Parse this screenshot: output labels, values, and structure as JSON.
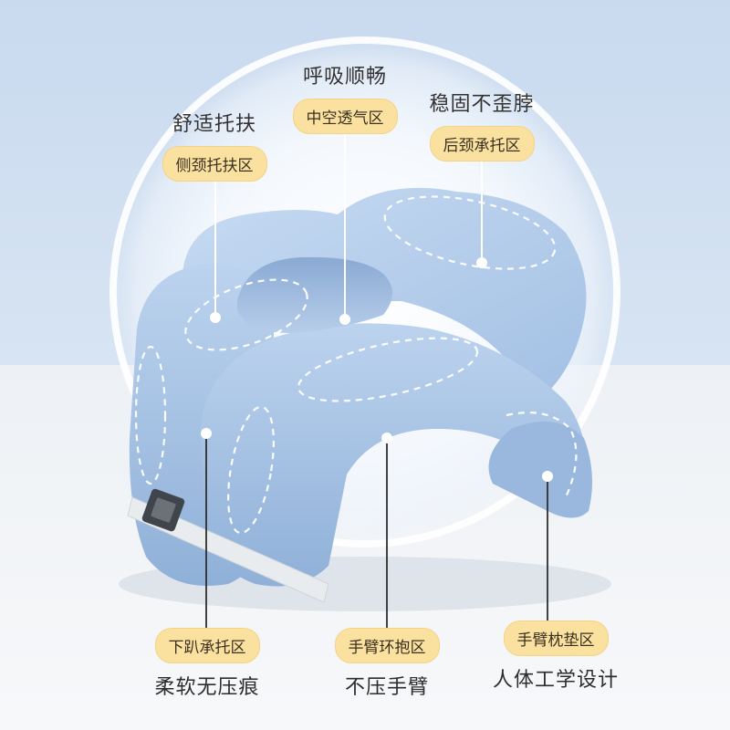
{
  "callouts": {
    "top_center": {
      "heading": "呼吸顺畅",
      "tag": "中空透气区"
    },
    "top_left": {
      "heading": "舒适托扶",
      "tag": "侧颈托扶区"
    },
    "top_right": {
      "heading": "稳固不歪脖",
      "tag": "后颈承托区"
    },
    "bottom_left": {
      "tag": "下趴承托区",
      "caption": "柔软无压痕"
    },
    "bottom_center": {
      "tag": "手臂环抱区",
      "caption": "不压手臂"
    },
    "bottom_right": {
      "tag": "手臂枕垫区",
      "caption": "人体工学设计"
    }
  },
  "colors": {
    "tag_fill": "#fbe1a0",
    "pillow_blue": "#a9c5e6",
    "background_top": "#c9daef"
  }
}
